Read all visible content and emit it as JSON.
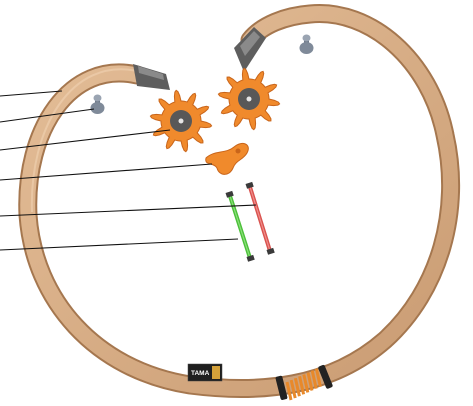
{
  "diagram": {
    "brand_label": "TAMA",
    "brand_sub": "~",
    "colors": {
      "hose_fill": "#d8ac84",
      "hose_edge": "#b98a63",
      "hose_shadow": "#a5774f",
      "cap": "#5e5e5e",
      "cap_light": "#8a8a8a",
      "gear": "#f08a2c",
      "gear_dark": "#c9651a",
      "hub": "#585858",
      "green_rod": "#4cbf3a",
      "red_rod": "#d9534f",
      "rod_end": "#3a3a3a",
      "spring": "#e8892a",
      "spring_dark": "#a35515",
      "pin": "#7f8a99"
    },
    "icons": [
      "hose-ring",
      "end-cap",
      "mount-pin",
      "gear-wheel",
      "lever-plate",
      "tension-rod",
      "spring-coil",
      "brand-tag"
    ]
  }
}
